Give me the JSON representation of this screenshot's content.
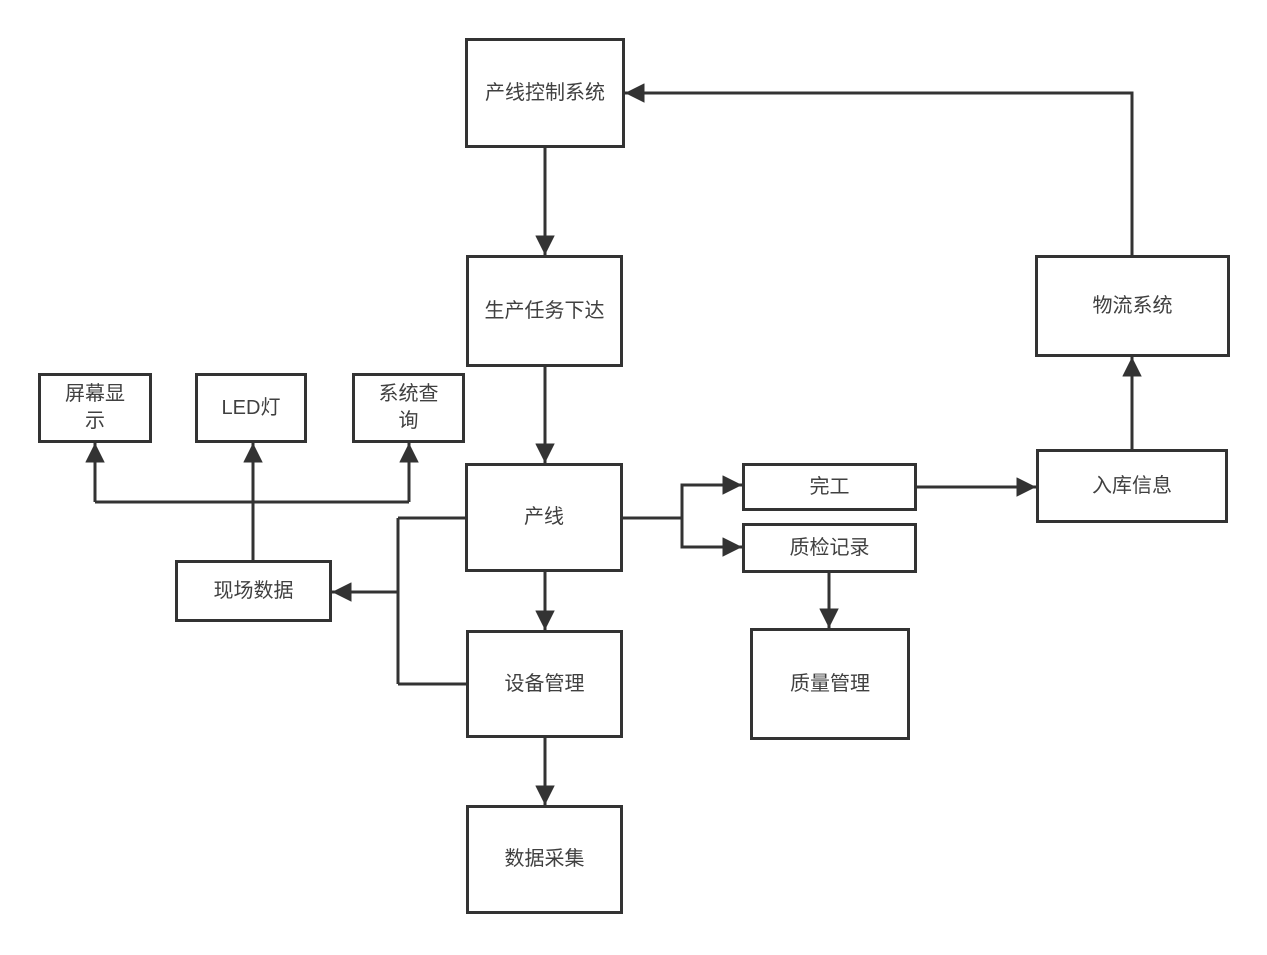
{
  "diagram": {
    "type": "flowchart",
    "title": ""
  },
  "colors": {
    "stroke": "#333333",
    "text": "#404040",
    "node_bg": "#ffffff",
    "canvas_bg": "#ffffff"
  },
  "nodes": {
    "production_line_control": {
      "label": "产线控制系统"
    },
    "production_task_issue": {
      "label": "生产任务下达"
    },
    "screen_display": {
      "label": "屏幕显\n示"
    },
    "led_light": {
      "label": "LED灯"
    },
    "system_query": {
      "label": "系统查\n询"
    },
    "production_line": {
      "label": "产线"
    },
    "site_data": {
      "label": "现场数据"
    },
    "equipment_management": {
      "label": "设备管理"
    },
    "data_collection": {
      "label": "数据采集"
    },
    "completion": {
      "label": "完工"
    },
    "quality_inspection_record": {
      "label": "质检记录"
    },
    "quality_management": {
      "label": "质量管理"
    },
    "warehousing_info": {
      "label": "入库信息"
    },
    "logistics_system": {
      "label": "物流系统"
    }
  },
  "edges": [
    {
      "from": "production_line_control",
      "to": "production_task_issue"
    },
    {
      "from": "production_task_issue",
      "to": "production_line"
    },
    {
      "from": "production_line",
      "to": "equipment_management"
    },
    {
      "from": "equipment_management",
      "to": "data_collection"
    },
    {
      "from": "production_line",
      "to": "completion"
    },
    {
      "from": "production_line",
      "to": "quality_inspection_record"
    },
    {
      "from": "completion",
      "to": "warehousing_info"
    },
    {
      "from": "quality_inspection_record",
      "to": "quality_management"
    },
    {
      "from": "warehousing_info",
      "to": "logistics_system"
    },
    {
      "from": "logistics_system",
      "to": "production_line_control"
    },
    {
      "from": "production_line",
      "to": "site_data"
    },
    {
      "from": "equipment_management",
      "to": "site_data"
    },
    {
      "from": "site_data",
      "to": "screen_display"
    },
    {
      "from": "site_data",
      "to": "led_light"
    },
    {
      "from": "site_data",
      "to": "system_query"
    }
  ]
}
